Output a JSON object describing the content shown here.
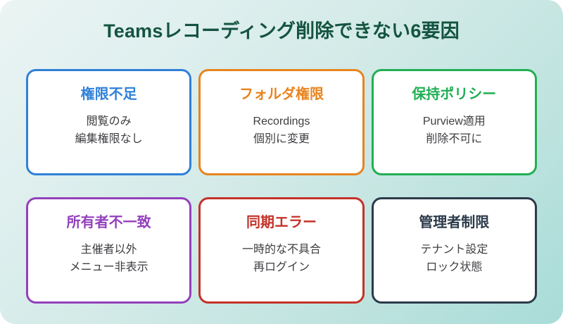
{
  "header": {
    "title": "Teamsレコーディング削除できない6要因",
    "title_color": "#14543f"
  },
  "background": {
    "gradient_from": "#eaf4f3",
    "gradient_to": "#a8dcd8"
  },
  "cards": [
    {
      "title": "権限不足",
      "line1": "閲覧のみ",
      "line2": "編集権限なし",
      "color": "#2f80d8"
    },
    {
      "title": "フォルダ権限",
      "line1": "Recordings",
      "line2": "個別に変更",
      "color": "#e8841e"
    },
    {
      "title": "保持ポリシー",
      "line1": "Purview適用",
      "line2": "削除不可に",
      "color": "#21af54"
    },
    {
      "title": "所有者不一致",
      "line1": "主催者以外",
      "line2": "メニュー非表示",
      "color": "#9340bc"
    },
    {
      "title": "同期エラー",
      "line1": "一時的な不具合",
      "line2": "再ログイン",
      "color": "#c43228"
    },
    {
      "title": "管理者制限",
      "line1": "テナント設定",
      "line2": "ロック状態",
      "color": "#2b3a4a"
    }
  ]
}
